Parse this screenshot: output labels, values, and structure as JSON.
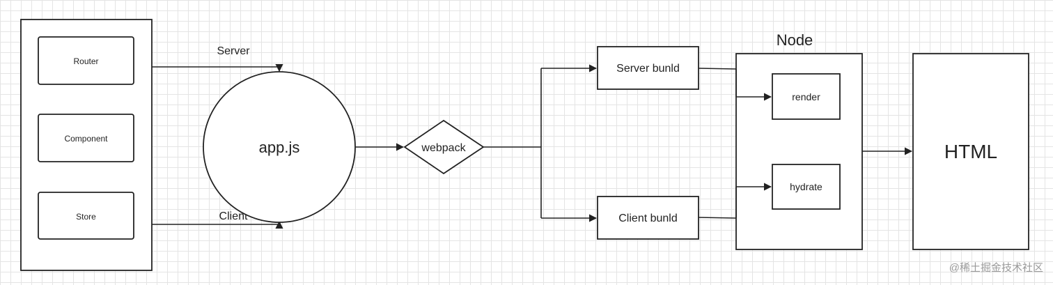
{
  "diagram": {
    "modules": {
      "router": "Router",
      "component": "Component",
      "store": "Store"
    },
    "edge_labels": {
      "server": "Server",
      "client": "Client"
    },
    "app": "app.js",
    "webpack": "webpack",
    "bundles": {
      "server": "Server bunld",
      "client": "Client bunld"
    },
    "node": {
      "title": "Node",
      "render": "render",
      "hydrate": "hydrate"
    },
    "output": "HTML"
  },
  "watermark": "@稀土掘金技术社区"
}
